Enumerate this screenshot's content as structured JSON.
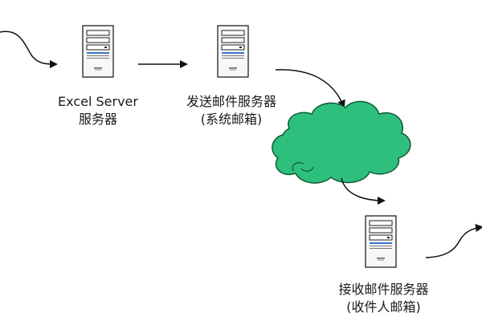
{
  "diagram": {
    "nodes": {
      "excel_server": {
        "line1": "Excel Server",
        "line2": "服务器"
      },
      "send_server": {
        "line1": "发送邮件服务器",
        "line2": "(系统邮箱)"
      },
      "receive_server": {
        "line1": "接收邮件服务器",
        "line2": "(收件人邮箱)"
      }
    },
    "colors": {
      "cloud_fill": "#2fbf7c",
      "cloud_stroke": "#0e5a36",
      "server_body": "#f7f7f7",
      "server_stroke": "#222222",
      "arrow": "#111111"
    },
    "icons": {
      "server": "server-tower-icon",
      "cloud": "network-cloud-icon"
    }
  }
}
